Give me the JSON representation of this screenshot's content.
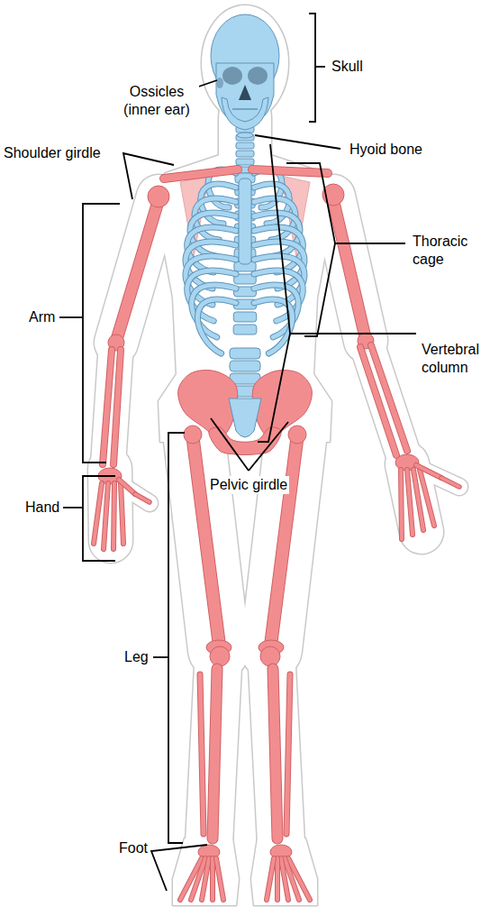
{
  "diagram": {
    "labels": [
      "Skull",
      "Ossicles (inner ear)",
      "Hyoid bone",
      "Shoulder girdle",
      "Thoracic cage",
      "Arm",
      "Vertebral column",
      "Hand",
      "Pelvic girdle",
      "Leg",
      "Foot"
    ]
  }
}
